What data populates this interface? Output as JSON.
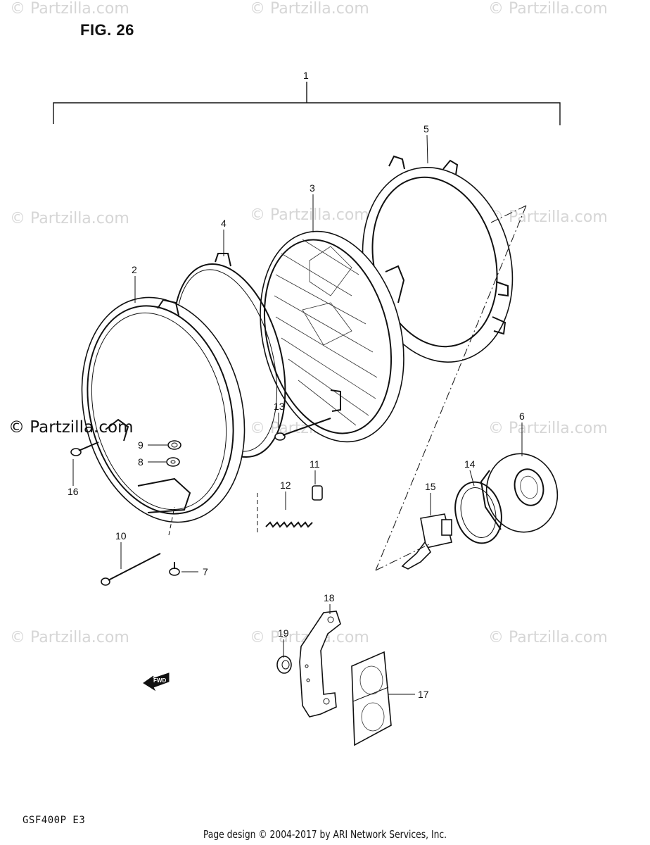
{
  "figure": {
    "title": "FIG. 26",
    "model": "GSF400P  E3"
  },
  "footer": "Page design © 2004-2017 by ARI Network Services, Inc.",
  "watermark": "© Partzilla.com",
  "callouts": [
    "1",
    "2",
    "3",
    "4",
    "5",
    "6",
    "7",
    "8",
    "9",
    "10",
    "11",
    "12",
    "13",
    "14",
    "15",
    "16",
    "17",
    "18",
    "19"
  ],
  "fwd_label": "FWD",
  "colors": {
    "line": "#111111",
    "watermark": "#d6d6d6"
  }
}
